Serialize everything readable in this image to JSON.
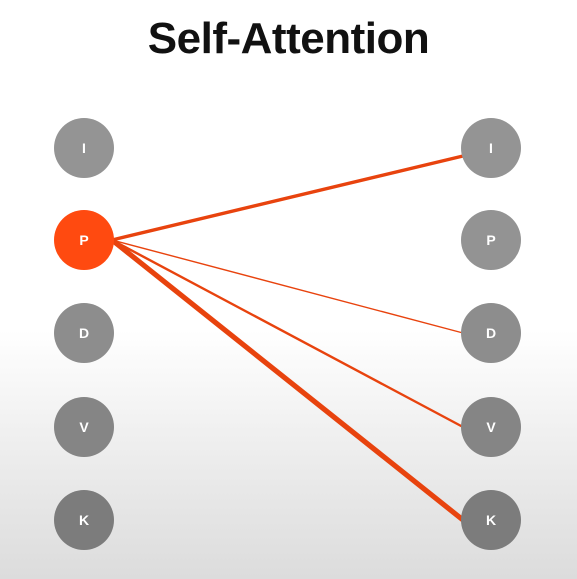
{
  "title": "Self-Attention",
  "source_tokens": [
    {
      "label": "I",
      "highlighted": false
    },
    {
      "label": "P",
      "highlighted": true
    },
    {
      "label": "D",
      "highlighted": false
    },
    {
      "label": "V",
      "highlighted": false
    },
    {
      "label": "K",
      "highlighted": false
    }
  ],
  "target_tokens": [
    {
      "label": "I"
    },
    {
      "label": "P"
    },
    {
      "label": "D"
    },
    {
      "label": "V"
    },
    {
      "label": "K"
    }
  ],
  "attention_links": [
    {
      "from": "P",
      "to": "I",
      "weight": "strong"
    },
    {
      "from": "P",
      "to": "D",
      "weight": "weak"
    },
    {
      "from": "P",
      "to": "V",
      "weight": "medium"
    },
    {
      "from": "P",
      "to": "K",
      "weight": "strongest"
    }
  ],
  "colors": {
    "highlight": "#ff4a10",
    "link": "#e8430e",
    "node": "#8f8f8f",
    "node_text": "#ffffff",
    "title_text": "#111111"
  }
}
